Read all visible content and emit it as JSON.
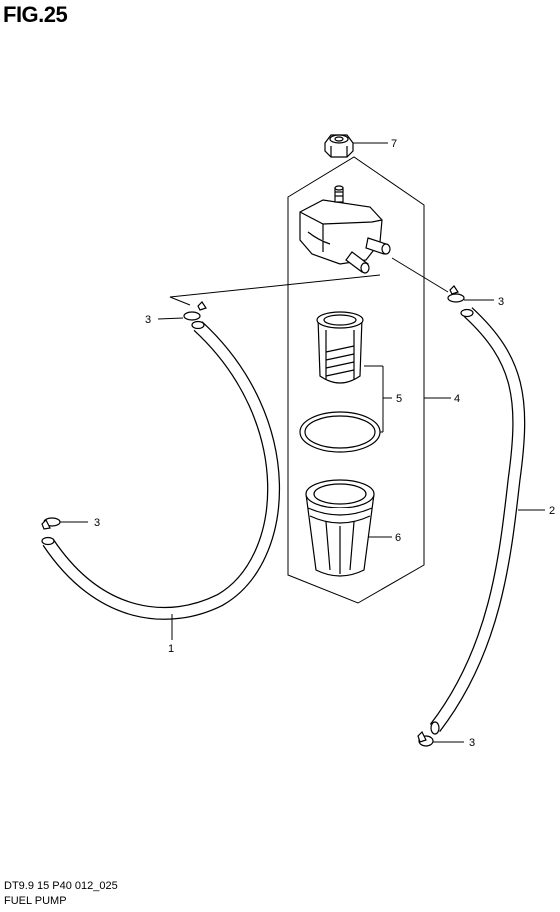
{
  "figure": {
    "title": "FIG.25"
  },
  "footer": {
    "model_code": "DT9.9 15 P40 012_025",
    "section_name": "FUEL PUMP"
  },
  "callouts": {
    "c1": "1",
    "c2": "2",
    "c3a": "3",
    "c3b": "3",
    "c3c": "3",
    "c3d": "3",
    "c4": "4",
    "c5": "5",
    "c6": "6",
    "c7": "7"
  }
}
